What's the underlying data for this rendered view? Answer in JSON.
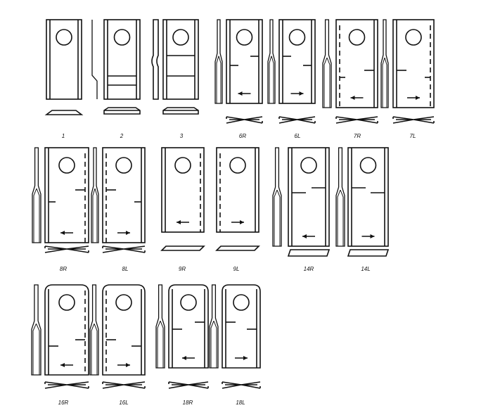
{
  "figure_labels": [
    "1",
    "2",
    "3",
    "6R",
    "6L",
    "7R",
    "7L",
    "8R",
    "8L",
    "9R",
    "9L",
    "14R",
    "14L",
    "16R",
    "16L",
    "18R",
    "18L"
  ]
}
